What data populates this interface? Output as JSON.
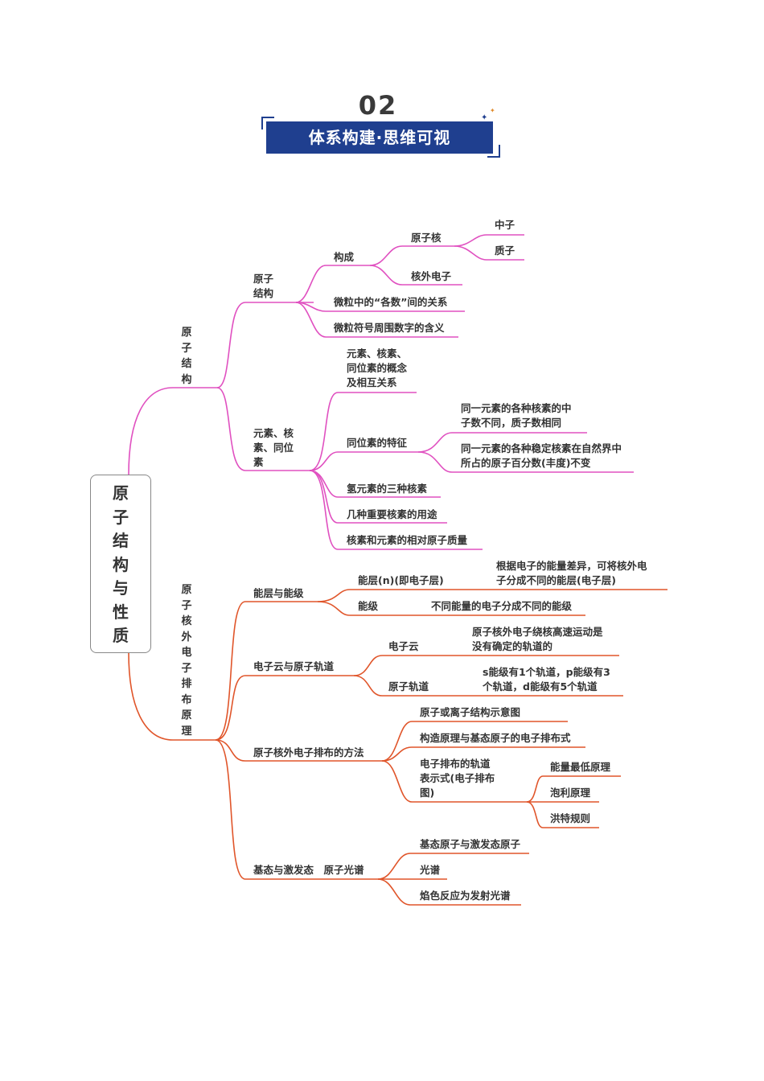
{
  "header": {
    "number": "02",
    "title": "体系构建·思维可视"
  },
  "colors": {
    "banner": "#1f3f8f",
    "branch_top": "#e050c0",
    "branch_bottom": "#e0552a"
  },
  "root": "原子结构与性质",
  "branch1": {
    "label": "原子结构",
    "sub1": {
      "label": "原子\n结构",
      "gouCheng": "构成",
      "nucleus": "原子核",
      "neutron": "中子",
      "proton": "质子",
      "electron": "核外电子",
      "relation": "微粒中的“各数”间的关系",
      "symbol": "微粒符号周围数字的含义"
    },
    "sub2": {
      "label": "元素、核\n素、同位\n素",
      "concept": "元素、核素、\n同位素的概念\n及相互关系",
      "feature": "同位素的特征",
      "feature1": "同一元素的各种核素的中\n子数不同，质子数相同",
      "feature2": "同一元素的各种稳定核素在自然界中\n所占的原子百分数(丰度)不变",
      "hydrogen": "氢元素的三种核素",
      "uses": "几种重要核素的用途",
      "mass": "核素和元素的相对原子质量"
    }
  },
  "branch2": {
    "label": "原子核外电子排布原理",
    "energy": {
      "label": "能层与能级",
      "layer": "能层(n)(即电子层)",
      "layerDesc": "根据电子的能量差异，可将核外电\n子分成不同的能层(电子层)",
      "level": "能级",
      "levelDesc": "不同能量的电子分成不同的能级"
    },
    "cloud": {
      "label": "电子云与原子轨道",
      "cloud": "电子云",
      "cloudDesc": "原子核外电子绕核高速运动是\n没有确定的轨道的",
      "orbital": "原子轨道",
      "orbitalDesc": "s能级有1个轨道，p能级有3\n个轨道，d能级有5个轨道"
    },
    "method": {
      "label": "原子核外电子排布的方法",
      "diagram": "原子或离子结构示意图",
      "aufbau": "构造原理与基态原子的电子排布式",
      "orbitalRep": "电子排布的轨道\n表示式(电子排布\n图)",
      "lowest": "能量最低原理",
      "pauli": "泡利原理",
      "hund": "洪特规则"
    },
    "excited": {
      "label": "基态与激发态　原子光谱",
      "ground": "基态原子与激发态原子",
      "spectrum": "光谱",
      "flame": "焰色反应为发射光谱"
    }
  }
}
